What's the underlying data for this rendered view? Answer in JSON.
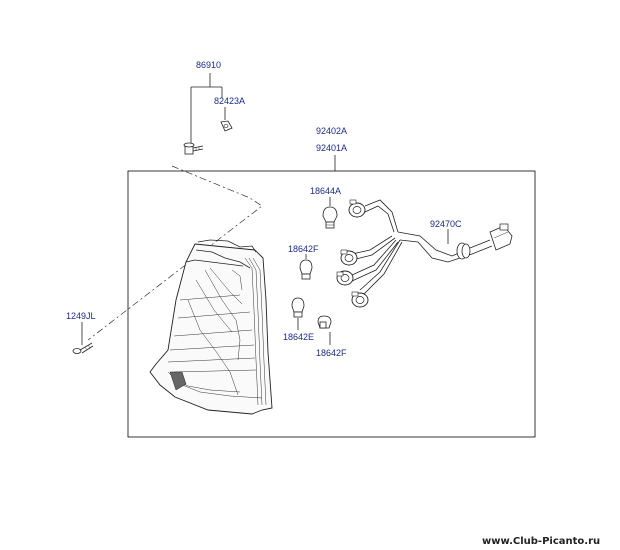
{
  "labels": {
    "p86910": "86910",
    "p82423A": "82423A",
    "p92402A": "92402A",
    "p92401A": "92401A",
    "p18644A": "18644A",
    "p92470C": "92470C",
    "p18642F_top": "18642F",
    "p1249JL": "1249JL",
    "p18642E": "18642E",
    "p18642F_bottom": "18642F"
  },
  "watermark": "www.Club-Picanto.ru",
  "colors": {
    "label": "#1a2a8a",
    "line": "#222222"
  }
}
